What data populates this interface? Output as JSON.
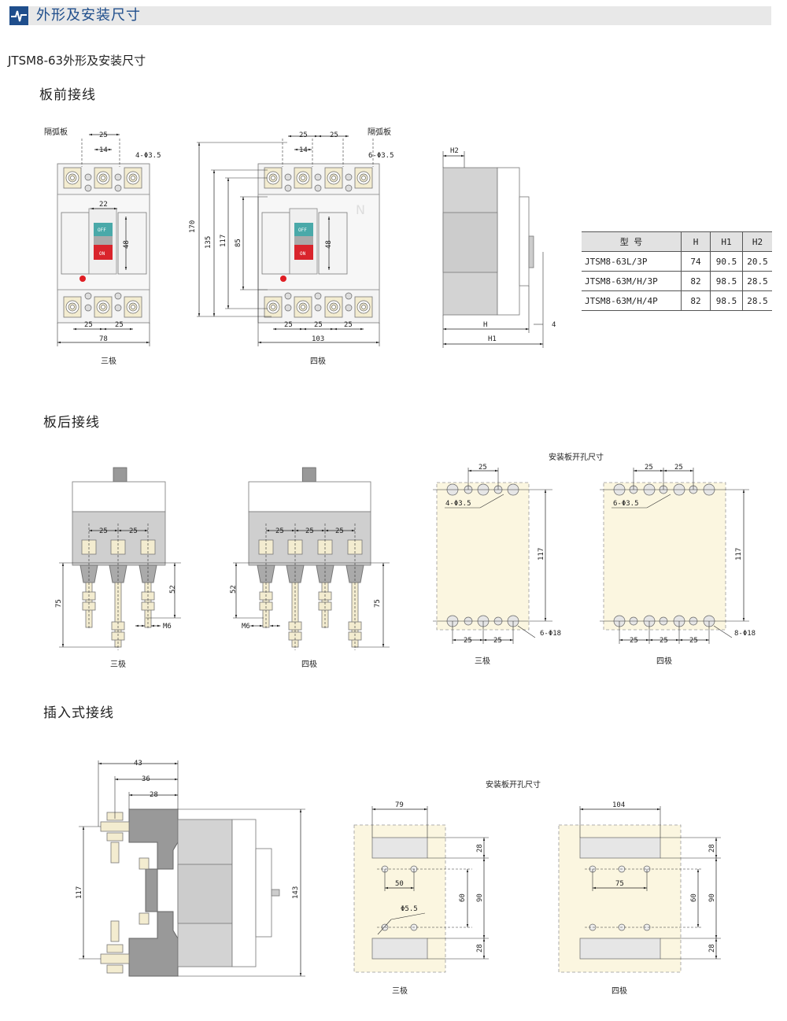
{
  "header": {
    "title": "外形及安装尺寸",
    "icon": "pulse-icon",
    "color": "#1f4e8c"
  },
  "subtitle": "JTSM8-63外形及安装尺寸",
  "sections": {
    "front": "板前接线",
    "rear": "板后接线",
    "plugin": "插入式接线"
  },
  "labels": {
    "three_pole": "三极",
    "four_pole": "四极",
    "arc_barrier": "隔弧板",
    "mount_cutout": "安装板开孔尺寸",
    "off": "OFF",
    "on": "ON",
    "neutral": "N"
  },
  "front": {
    "d25": "25",
    "d14": "14",
    "d22": "22",
    "d48": "48",
    "d78": "78",
    "d103": "103",
    "d170": "170",
    "d135": "135",
    "d117": "117",
    "d85": "85",
    "holes3": "4-Φ3.5",
    "holes4": "6-Φ3.5",
    "side_h2": "H2",
    "side_h": "H",
    "side_h1": "H1",
    "side_4": "4"
  },
  "table": {
    "headers": [
      "型 号",
      "H",
      "H1",
      "H2"
    ],
    "rows": [
      [
        "JTSM8-63L/3P",
        "74",
        "90.5",
        "20.5"
      ],
      [
        "JTSM8-63M/H/3P",
        "82",
        "98.5",
        "28.5"
      ],
      [
        "JTSM8-63M/H/4P",
        "82",
        "98.5",
        "28.5"
      ]
    ]
  },
  "rear": {
    "d25": "25",
    "d75": "75",
    "d52": "52",
    "m6": "M6",
    "d117": "117",
    "holes3": "4-Φ3.5",
    "holes4": "6-Φ3.5",
    "big3": "6-Φ18",
    "big4": "8-Φ18"
  },
  "plugin": {
    "d43": "43",
    "d36": "36",
    "d28": "28",
    "d117": "117",
    "d143": "143",
    "d79": "79",
    "d104": "104",
    "d50": "50",
    "d75": "75",
    "d60": "60",
    "d90": "90",
    "phi": "Φ5.5"
  },
  "colors": {
    "body_gray": "#d3d3d3",
    "terminal": "#f3ecd0",
    "panel": "#fbf6e0",
    "off": "#4aa9a9",
    "on": "#d9242c"
  }
}
